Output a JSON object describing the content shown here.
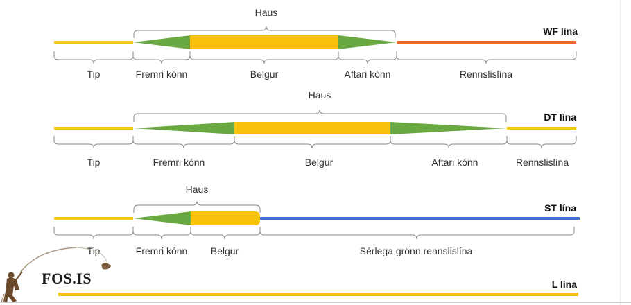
{
  "colors": {
    "tip": "#f5c518",
    "belly": "#f9c10e",
    "taper": "#6aa842",
    "wf_running": "#ee6a2e",
    "st_running": "#3f6fc6",
    "brace": "#8a8a8a",
    "text": "#333333",
    "frame": "#d6d6d6"
  },
  "logo": {
    "text": "FOS.IS",
    "icon": "fisherman-icon"
  },
  "lines": [
    {
      "id": "wf",
      "title": "WF lína",
      "head_label": "Haus",
      "sections": [
        {
          "label": "Tip"
        },
        {
          "label": "Fremri kónn"
        },
        {
          "label": "Belgur"
        },
        {
          "label": "Aftari kónn"
        },
        {
          "label": "Rennslislína"
        }
      ]
    },
    {
      "id": "dt",
      "title": "DT lína",
      "head_label": "Haus",
      "sections": [
        {
          "label": "Tip"
        },
        {
          "label": "Fremri kónn"
        },
        {
          "label": "Belgur"
        },
        {
          "label": "Aftari kónn"
        },
        {
          "label": "Rennslislína"
        }
      ]
    },
    {
      "id": "st",
      "title": "ST lína",
      "head_label": "Haus",
      "sections": [
        {
          "label": "Tip"
        },
        {
          "label": "Fremri kónn"
        },
        {
          "label": "Belgur"
        },
        {
          "label": "Sérlega grönn rennslislína"
        }
      ]
    },
    {
      "id": "l",
      "title": "L lína",
      "sections": []
    }
  ]
}
